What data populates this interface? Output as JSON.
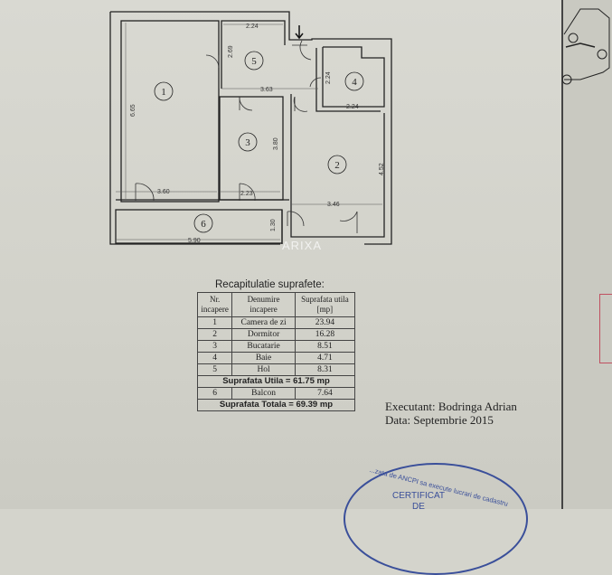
{
  "plan": {
    "rooms": [
      "1",
      "2",
      "3",
      "4",
      "5",
      "6"
    ],
    "dimensions": {
      "hol_width": "2.24",
      "hol_depth": "2.69",
      "camera_height": "6.65",
      "hol_length": "3.63",
      "baie_height": "2.24",
      "baie_width": "2.24",
      "bucatarie_height": "3.80",
      "dormitor_height": "4.52",
      "camera_width": "3.60",
      "bucatarie_width": "2.23",
      "dormitor_width": "3.46",
      "balcon_depth": "1.30",
      "balcon_width": "5.90"
    },
    "watermark": "ARIXA"
  },
  "recap": {
    "title": "Recapitulatie suprafete:",
    "headers": [
      "Nr. incapere",
      "Denumire incapere",
      "Suprafata utila [mp]"
    ],
    "rows": [
      {
        "nr": "1",
        "name": "Camera de zi",
        "area": "23.94"
      },
      {
        "nr": "2",
        "name": "Dormitor",
        "area": "16.28"
      },
      {
        "nr": "3",
        "name": "Bucatarie",
        "area": "8.51"
      },
      {
        "nr": "4",
        "name": "Baie",
        "area": "4.71"
      },
      {
        "nr": "5",
        "name": "Hol",
        "area": "8.31"
      }
    ],
    "subtotal": "Suprafata Utila  =  61.75 mp",
    "balcony": {
      "nr": "6",
      "name": "Balcon",
      "area": "7.64"
    },
    "total": "Suprafata Totala  =  69.39 mp"
  },
  "executant": {
    "line1": "Executant:  Bodringa  Adrian",
    "line2": "Data: Septembrie  2015"
  },
  "stamp": {
    "arc_text": "...zata de ANCPI sa execute lucrari de cadastru",
    "title_line1": "CERTIFICAT",
    "title_line2": "DE"
  },
  "colors": {
    "stamp": "#3a4f9a",
    "ink": "#222222"
  }
}
